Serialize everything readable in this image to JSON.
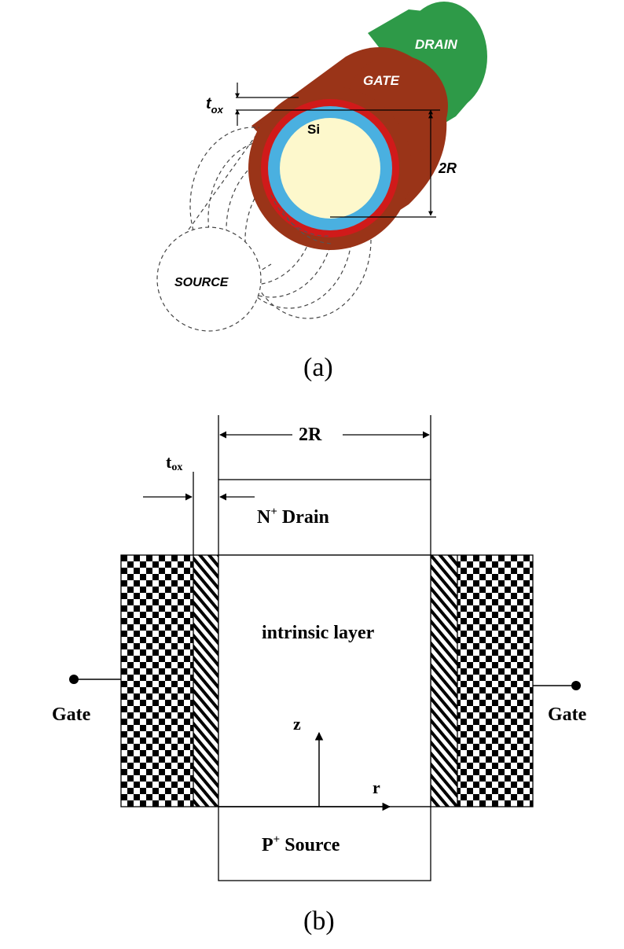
{
  "figure_a": {
    "labels": {
      "drain": "DRAIN",
      "gate": "GATE",
      "tox": "t",
      "tox_sub": "ox",
      "si": "Si",
      "radius": "2R",
      "source": "SOURCE"
    },
    "caption": "(a)",
    "colors": {
      "drain": "#2e9a48",
      "gate": "#9a3418",
      "gate_ring": "#d01a1a",
      "oxide": "#4ab0e0",
      "silicon": "#fdf8cc"
    }
  },
  "figure_b": {
    "labels": {
      "radius": "2R",
      "tox": "t",
      "tox_sub": "ox",
      "drain_prefix": "N",
      "drain_sup": "+",
      "drain_suffix": " Drain",
      "channel": "intrinsic layer",
      "gate_left": "Gate",
      "gate_right": "Gate",
      "axis_z": "z",
      "axis_r": "r",
      "source_prefix": "P",
      "source_sup": "+",
      "source_suffix": " Source"
    },
    "caption": "(b)"
  }
}
